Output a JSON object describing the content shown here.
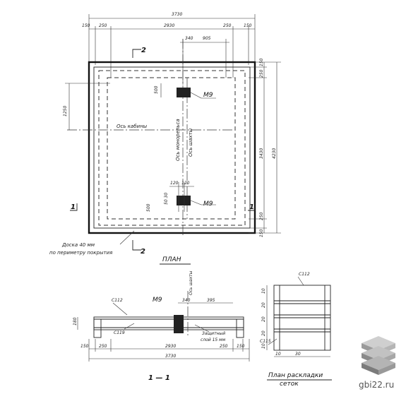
{
  "plan": {
    "dim_total_width": "3730",
    "dim_edge_left": "150",
    "dim_250_left": "250",
    "dim_2930": "2930",
    "dim_250_right": "250",
    "dim_edge_right": "150",
    "dim_340": "340",
    "dim_905": "905",
    "dim_right_150_top": "150",
    "dim_right_250_top": "250",
    "dim_3430": "3430",
    "dim_4230": "4230",
    "dim_right_250_bottom": "250",
    "dim_right_150_bottom": "150",
    "dim_1250": "1250",
    "dim_500_upper": "500",
    "dim_500_lower": "500",
    "dim_50_30": "50 30",
    "dim_120_a": "120",
    "dim_120_b": "120",
    "label_m9_upper": "М9",
    "label_m9_lower": "М9",
    "axis_cabin": "Ось кабины",
    "axis_monorail": "Ось монорельса",
    "axis_shaft": "Ось шахты",
    "section_2_top": "2",
    "section_2_bottom": "2",
    "section_1_left": "1",
    "section_1_right": "1",
    "board_note_1": "Доска 40 мм",
    "board_note_2": "по периметру покрытия",
    "title": "ПЛАН"
  },
  "section": {
    "label_c112": "С112",
    "label_c119": "С119",
    "label_m9": "М9",
    "label_340": "340",
    "label_axis_shaft": "Ось шахты",
    "label_395": "395",
    "label_180": "180",
    "protect_1": "Защитный",
    "protect_2": "слой 15 мм",
    "dim_150_left": "150",
    "dim_250_left": "250",
    "dim_2930": "2930",
    "dim_250_right": "250",
    "dim_150_right": "150",
    "dim_3730": "3730",
    "title": "1 — 1"
  },
  "mesh": {
    "label_c112": "С112",
    "label_c115": "С115",
    "dim_10_top": "10",
    "dim_20_a": "20",
    "dim_20_b": "20",
    "dim_20_c": "20",
    "dim_10_bottom": "10",
    "dim_10_x": "10",
    "dim_30_x": "30",
    "title_1": "План раскладки",
    "title_2": "сеток"
  },
  "watermark": {
    "text": "gbi22.ru"
  }
}
